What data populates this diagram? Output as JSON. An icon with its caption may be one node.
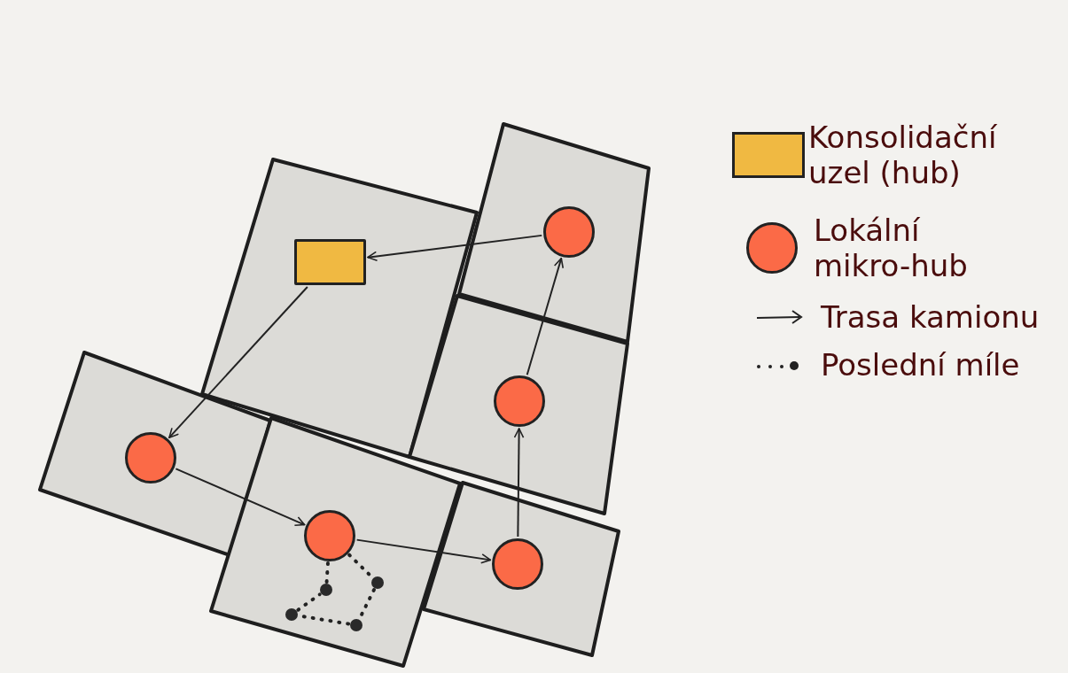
{
  "diagram": {
    "nodes": [
      {
        "text": [],
        "shape": "box"
      },
      {
        "text": [],
        "shape": "box",
        "in": 0
      },
      {
        "text": [],
        "shape": "box"
      },
      {
        "text": [],
        "shape": "circle",
        "in": 2
      },
      {
        "text": [],
        "shape": "box"
      },
      {
        "text": [],
        "shape": "circle",
        "in": 4
      },
      {
        "text": [],
        "shape": "box"
      },
      {
        "text": [],
        "shape": "circle",
        "in": 6
      },
      {
        "text": [],
        "shape": "box"
      },
      {
        "text": [],
        "shape": "circle",
        "in": 8
      },
      {
        "text": [],
        "shape": "circle",
        "in": 8
      },
      {
        "text": [],
        "shape": "circle",
        "in": 8
      },
      {
        "text": [],
        "shape": "circle",
        "in": 8
      },
      {
        "text": [],
        "shape": "circle",
        "in": 8
      },
      {
        "text": [],
        "shape": "box"
      },
      {
        "text": [],
        "shape": "circle",
        "in": 14
      }
    ],
    "edges": [
      {
        "from": 3,
        "to": 1,
        "arrow": "to"
      },
      {
        "from": 1,
        "to": 7,
        "arrow": "to"
      },
      {
        "from": 7,
        "to": 9,
        "arrow": "to"
      },
      {
        "from": 9,
        "to": 15,
        "arrow": "to"
      },
      {
        "from": 15,
        "to": 5,
        "arrow": "to"
      },
      {
        "from": 5,
        "to": 3,
        "arrow": "to"
      },
      {
        "from": 9,
        "to": 13,
        "arrow": "none",
        "style": "dashed"
      },
      {
        "from": 13,
        "to": 12,
        "arrow": "none",
        "style": "dashed"
      },
      {
        "from": 12,
        "to": 10,
        "arrow": "none",
        "style": "dashed"
      },
      {
        "from": 10,
        "to": 11,
        "arrow": "none",
        "style": "dashed"
      },
      {
        "from": 11,
        "to": 9,
        "arrow": "none",
        "style": "dashed"
      }
    ],
    "legend": [
      {
        "text": "Konsolidační uzel (hub)",
        "color": "#f0b942"
      },
      {
        "text": "Lokální mikro-hub",
        "color": "#fb6a47"
      },
      {
        "text": "Trasa kamionu"
      },
      {
        "text": "Poslední míle"
      }
    ]
  }
}
